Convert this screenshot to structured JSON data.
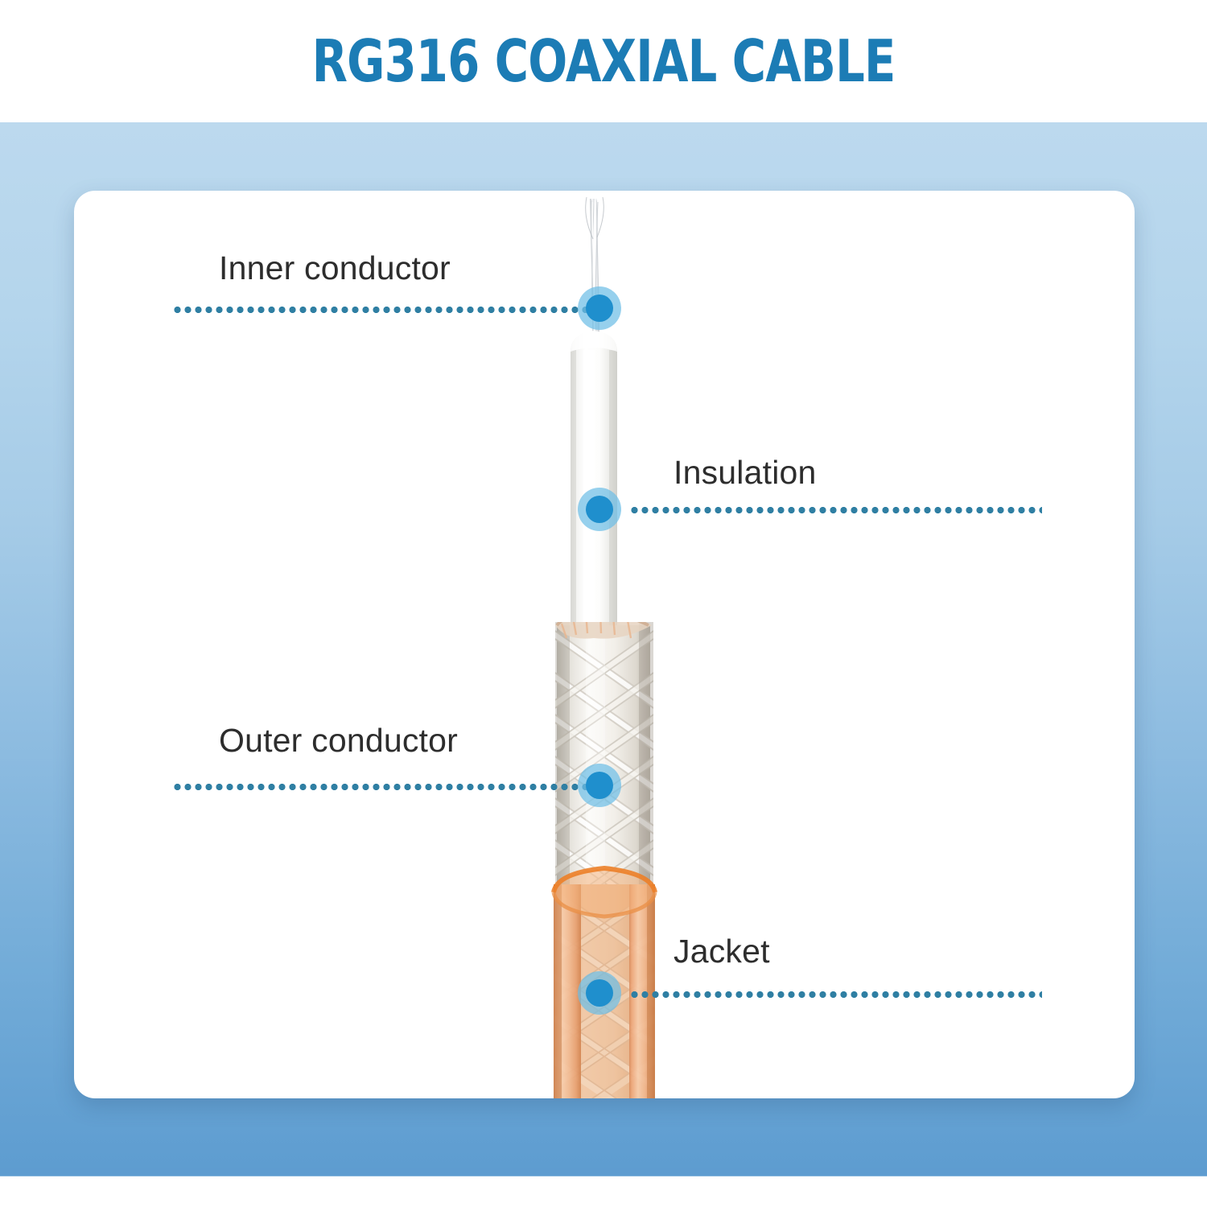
{
  "header": {
    "title": "RG316 COAXIAL CABLE",
    "title_color": "#1c7cb5"
  },
  "theme": {
    "page_background": "#ffffff",
    "backdrop_gradient_top": "#bcd9ee",
    "backdrop_gradient_bottom": "#5d9cd0",
    "card_background": "#ffffff",
    "label_text_color": "#2d2d2d",
    "leader_dot_color": "#2f7fa3",
    "marker_halo_color": "#6ebee6",
    "marker_core_color": "#1f8fcd"
  },
  "diagram": {
    "subject": "RG316 coaxial cable cutaway",
    "callouts": [
      {
        "id": "inner",
        "label": "Inner conductor",
        "side": "left",
        "marker_icon": "callout-dot-icon"
      },
      {
        "id": "insulation",
        "label": "Insulation",
        "side": "right",
        "marker_icon": "callout-dot-icon"
      },
      {
        "id": "outer",
        "label": "Outer conductor",
        "side": "left",
        "marker_icon": "callout-dot-icon"
      },
      {
        "id": "jacket",
        "label": "Jacket",
        "side": "right",
        "marker_icon": "callout-dot-icon"
      }
    ],
    "cable_layers": [
      {
        "name": "Inner conductor",
        "material_color": "#d9dde2"
      },
      {
        "name": "Insulation",
        "material_color": "#f7f7f5"
      },
      {
        "name": "Outer conductor",
        "material_color": "#dcd8d0"
      },
      {
        "name": "Jacket",
        "material_color": "#e9a878"
      }
    ]
  }
}
